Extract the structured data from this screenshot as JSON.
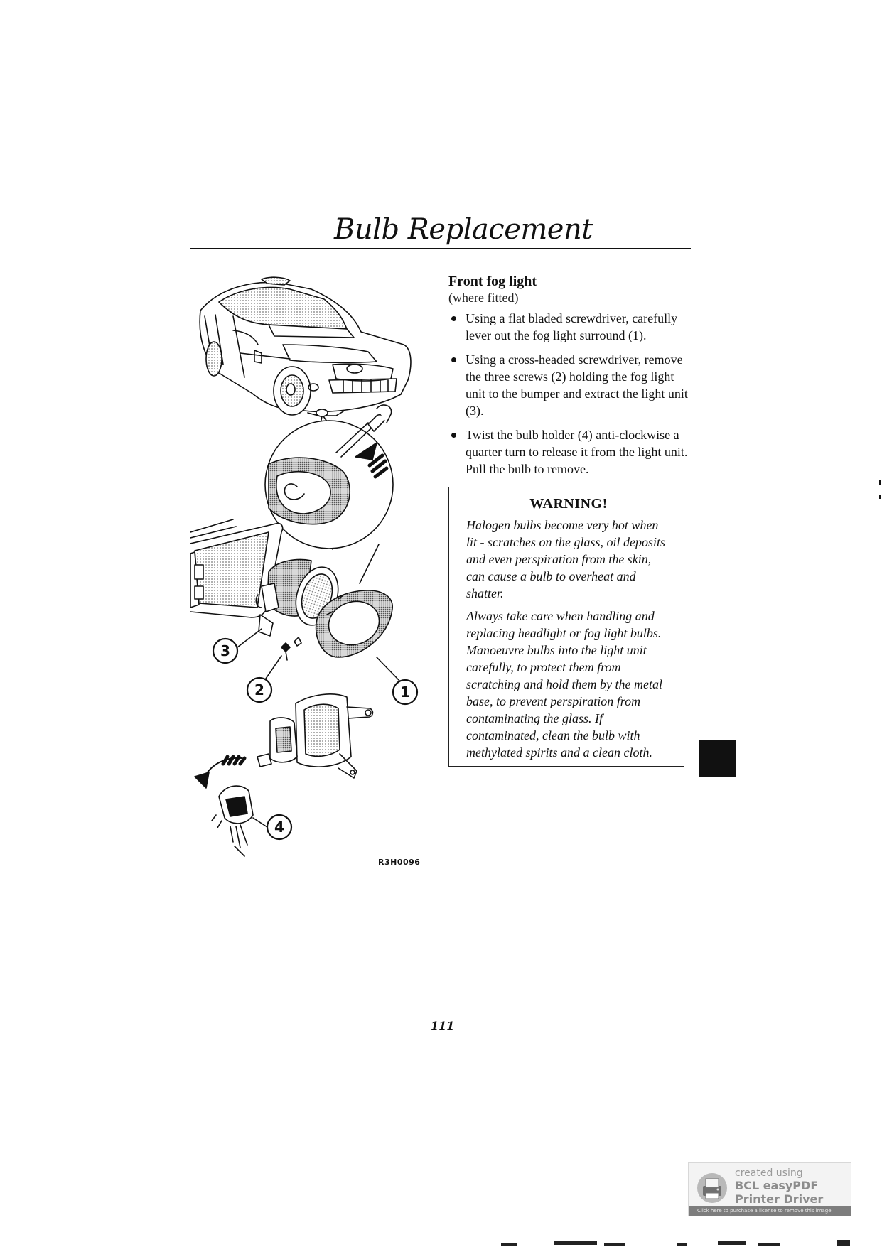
{
  "page": {
    "title": "Bulb Replacement",
    "page_number": "111"
  },
  "figure": {
    "code": "R3H0096",
    "callouts": [
      "1",
      "2",
      "3",
      "4"
    ]
  },
  "section": {
    "heading": "Front fog light",
    "subheading": "(where fitted)",
    "steps": [
      "Using a flat bladed screwdriver, carefully lever out the fog light surround (1).",
      "Using a cross-headed screwdriver, remove the three screws (2) holding the fog light unit to the bumper and extract the light unit (3).",
      "Twist the bulb holder (4) anti-clockwise a quarter turn to release it from the light unit. Pull the bulb to remove."
    ]
  },
  "warning": {
    "title": "WARNING!",
    "paragraphs": [
      "Halogen bulbs become very hot when lit - scratches on the glass, oil deposits and even perspiration from the skin, can cause a bulb to overheat and shatter.",
      "Always take care when handling and replacing headlight or fog light bulbs. Manoeuvre bulbs into the light unit carefully, to protect them from scratching and hold them by the metal base, to prevent perspiration from contaminating the glass. If contaminated, clean the bulb with methylated spirits and a clean cloth."
    ]
  },
  "watermark": {
    "line1": "created using",
    "line2": "BCL easyPDF",
    "line3": "Printer Driver",
    "strip": "Click here to purchase a license to remove this image"
  }
}
